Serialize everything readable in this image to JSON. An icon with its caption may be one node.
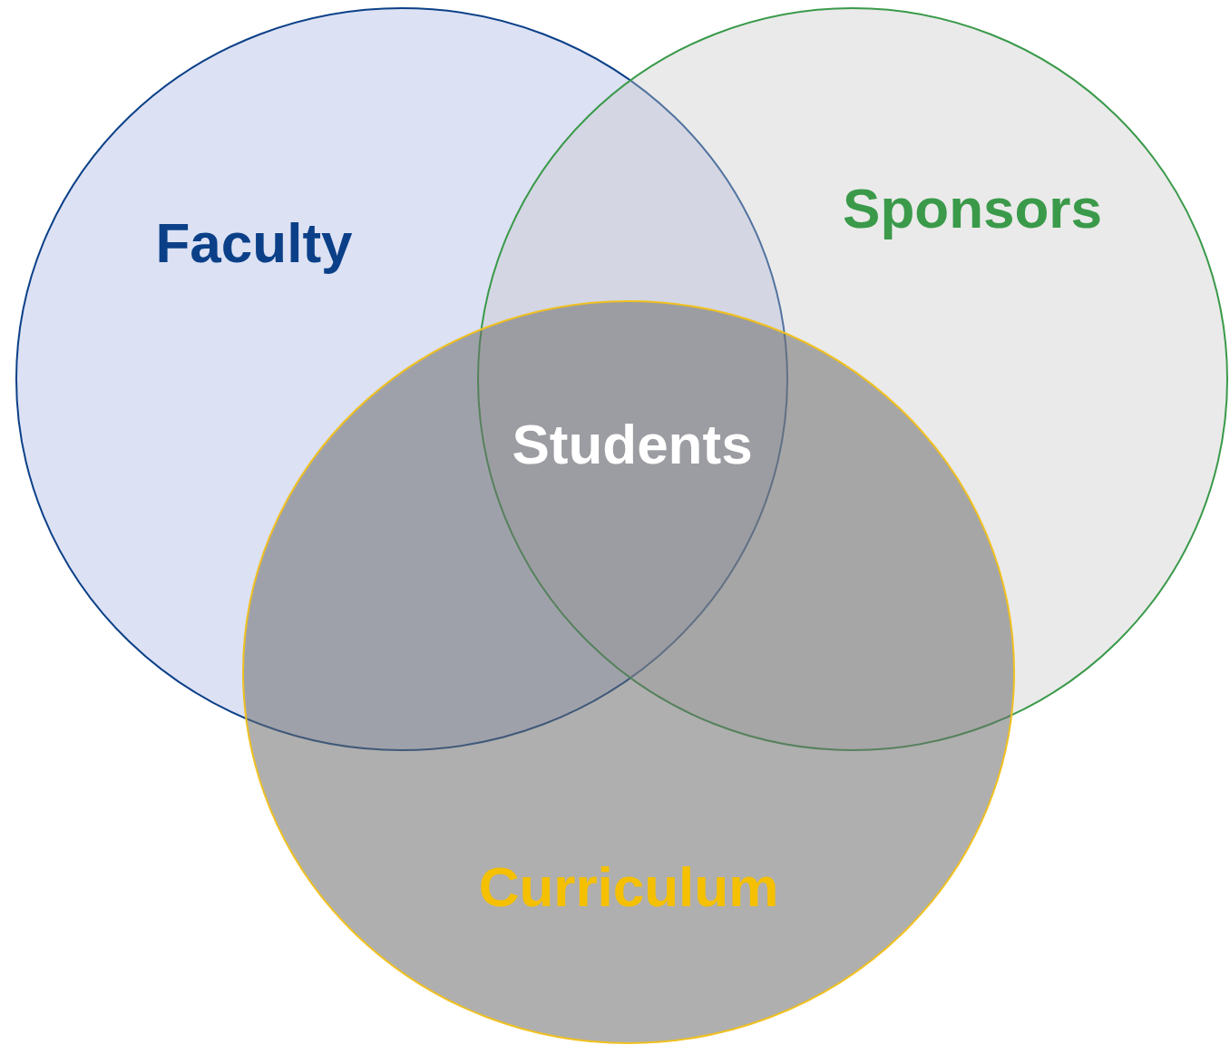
{
  "diagram": {
    "nodes": [
      {
        "text": [
          "Faculty"
        ]
      },
      {
        "text": [
          "Sponsors"
        ]
      },
      {
        "text": [
          "Curriculum"
        ]
      }
    ],
    "edges": [],
    "labels": [
      "Students"
    ]
  }
}
